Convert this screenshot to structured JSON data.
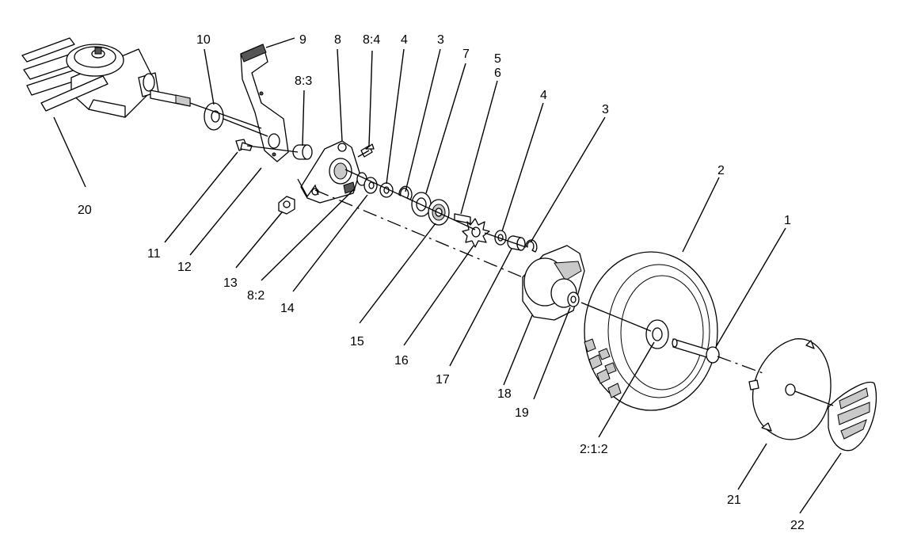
{
  "diagram": {
    "callouts": [
      {
        "id": "c10",
        "label": "10"
      },
      {
        "id": "c9",
        "label": "9"
      },
      {
        "id": "c8",
        "label": "8"
      },
      {
        "id": "c8_4",
        "label": "8:4"
      },
      {
        "id": "c4a",
        "label": "4"
      },
      {
        "id": "c3a",
        "label": "3"
      },
      {
        "id": "c7",
        "label": "7"
      },
      {
        "id": "c5",
        "label": "5"
      },
      {
        "id": "c6",
        "label": "6"
      },
      {
        "id": "c8_3",
        "label": "8:3"
      },
      {
        "id": "c4b",
        "label": "4"
      },
      {
        "id": "c3b",
        "label": "3"
      },
      {
        "id": "c2",
        "label": "2"
      },
      {
        "id": "c1",
        "label": "1"
      },
      {
        "id": "c20",
        "label": "20"
      },
      {
        "id": "c11",
        "label": "11"
      },
      {
        "id": "c12",
        "label": "12"
      },
      {
        "id": "c13",
        "label": "13"
      },
      {
        "id": "c8_2",
        "label": "8:2"
      },
      {
        "id": "c14",
        "label": "14"
      },
      {
        "id": "c15",
        "label": "15"
      },
      {
        "id": "c16",
        "label": "16"
      },
      {
        "id": "c17",
        "label": "17"
      },
      {
        "id": "c18",
        "label": "18"
      },
      {
        "id": "c19",
        "label": "19"
      },
      {
        "id": "c2_1_2",
        "label": "2:1:2"
      },
      {
        "id": "c21",
        "label": "21"
      },
      {
        "id": "c22",
        "label": "22"
      }
    ]
  }
}
